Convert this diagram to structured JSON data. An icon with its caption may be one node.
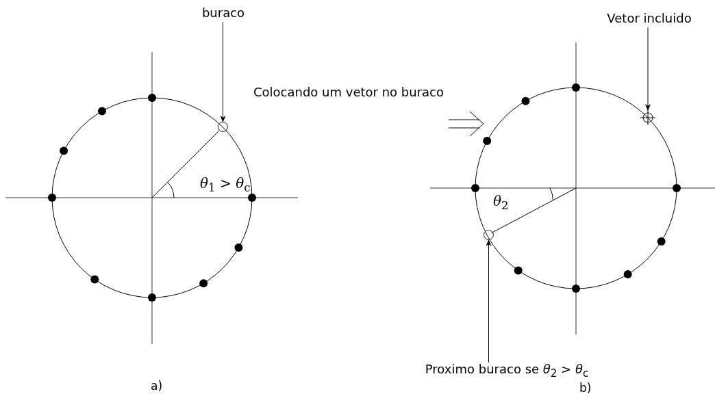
{
  "diagram": {
    "nodes": [
      {
        "text": [
          "buraco"
        ]
      },
      {
        "text": [],
        "shape": "circle"
      },
      {
        "text": [
          "Vetor incluido"
        ]
      },
      {
        "text": [],
        "shape": "circle"
      },
      {
        "text": [
          "Proximo buraco se *θ*$_{2}$ > *θ*$_{c}$"
        ]
      },
      {
        "text": [],
        "shape": "circle"
      }
    ],
    "edges": [
      {
        "from": 0,
        "to": 1,
        "arrow": "to"
      },
      {
        "from": 2,
        "to": 3,
        "arrow": "to"
      },
      {
        "from": 4,
        "to": 5,
        "arrow": "to"
      }
    ],
    "labels": [
      "Colocando um vetor no buraco",
      "*θ*$_{1}$ > *θ*$_{c}$",
      "*θ*$_{2}$",
      "a)",
      "b)"
    ]
  }
}
